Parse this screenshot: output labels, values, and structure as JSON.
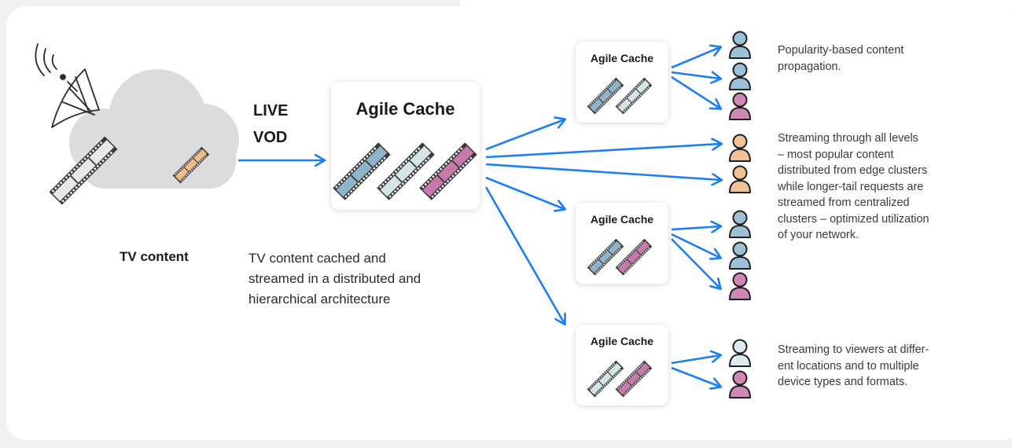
{
  "colors": {
    "arrow": "#1e7ef0",
    "film_blue": "#8fb4c9",
    "film_light": "#d5e5e7",
    "film_pink": "#c679ab",
    "film_orange": "#efbd87",
    "film_gray": "#e8e8e8",
    "user_blue": "#9cc0d6",
    "user_pink": "#cf87b4",
    "user_orange": "#f2c196",
    "user_light": "#dcebed",
    "cloud": "#dcdcdc"
  },
  "source": {
    "stream_types": [
      "LIVE",
      "VOD"
    ],
    "label": "TV content",
    "caption_lines": [
      "TV content cached and",
      "streamed in a distributed and",
      "hierarchical architecture"
    ]
  },
  "main_cache": {
    "title": "Agile Cache",
    "films": [
      "film_blue",
      "film_light",
      "film_pink"
    ]
  },
  "edge_caches": [
    {
      "title": "Agile Cache",
      "films": [
        "film_blue",
        "film_light"
      ],
      "users": [
        "user_blue",
        "user_blue",
        "user_pink"
      ]
    },
    {
      "title": "Agile Cache",
      "films": [
        "film_blue",
        "film_pink"
      ],
      "users": [
        "user_blue",
        "user_blue",
        "user_pink"
      ]
    },
    {
      "title": "Agile Cache",
      "films": [
        "film_light",
        "film_pink"
      ],
      "users": [
        "user_light",
        "user_pink"
      ]
    }
  ],
  "direct_users": [
    "user_orange",
    "user_orange"
  ],
  "notes": [
    {
      "lines": [
        "Popularity-based content",
        "propagation."
      ]
    },
    {
      "lines": [
        "Streaming through all levels",
        "– most popular content",
        "distributed from edge clusters",
        "while longer-tail requests are",
        "streamed from centralized",
        "clusters – optimized utilization",
        "of your network."
      ]
    },
    {
      "lines": [
        "Streaming to viewers at differ-",
        "ent locations and to multiple",
        "device types and formats."
      ]
    }
  ]
}
